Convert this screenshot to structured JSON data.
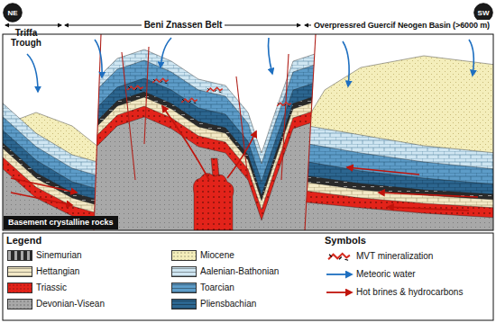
{
  "diagram": {
    "nodes": [
      {
        "text": [
          "NE"
        ]
      },
      {
        "text": [
          "SW"
        ]
      },
      {
        "text": [
          "Basement crystalline rocks"
        ]
      }
    ],
    "labels": [
      "Triffa Trough",
      "Beni Znassen Belt",
      "Overpressred Guercif Neogen Basin (>6000 m)",
      "Legend",
      "Symbols"
    ],
    "legend": [
      {
        "text": "Sinemurian",
        "color": "#2a2a2a"
      },
      {
        "text": "Hettangian",
        "color": "#f3e9c6"
      },
      {
        "text": "Triassic",
        "color": "#e2231a"
      },
      {
        "text": "Devonian-Visean",
        "color": "#a8a8a8"
      },
      {
        "text": "Miocene",
        "color": "#f4eebb"
      },
      {
        "text": "Aalenian-Bathonian",
        "color": "#cfe6f2"
      },
      {
        "text": "Toarcian",
        "color": "#5d9cc8"
      },
      {
        "text": "Pliensbachian",
        "color": "#2c6690"
      },
      {
        "text": "MVT mineralization"
      },
      {
        "text": "Meteoric water"
      },
      {
        "text": "Hot brines & hydrocarbons"
      }
    ]
  }
}
